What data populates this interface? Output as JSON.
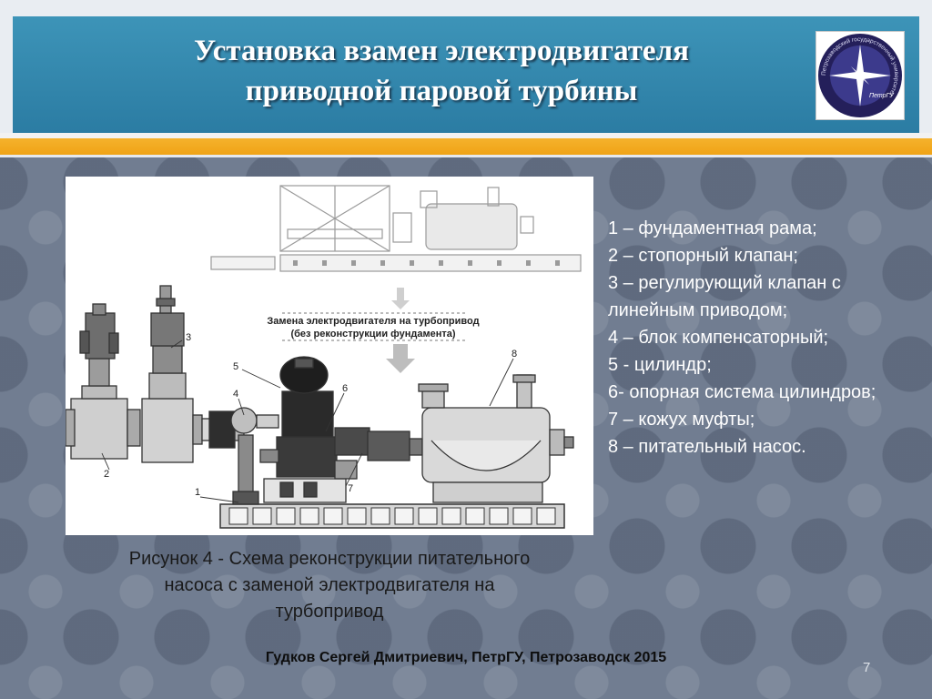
{
  "slide": {
    "title_line1": "Установка взамен электродвигателя",
    "title_line2": "приводной паровой турбины",
    "logo": {
      "icon": "star-emblem",
      "ring_text": "Петрозаводский государственный университет",
      "center_text": "ПетрГУ",
      "colors": {
        "background": "#2f2c74",
        "ring": "#241f5a",
        "star": "#ffffff"
      }
    }
  },
  "figure": {
    "banner_line1": "Замена электродвигателя на турбопривод",
    "banner_line2": "(без реконструкции фундамента)",
    "callouts": [
      "1",
      "2",
      "3",
      "4",
      "5",
      "6",
      "7",
      "8"
    ]
  },
  "caption": {
    "line1": "Рисунок 4 - Схема реконструкции питательного",
    "line2": "насоса с заменой электродвигателя на",
    "line3": "турбопривод"
  },
  "legend": [
    "1 – фундаментная рама;",
    "2 – стопорный клапан;",
    "3 – регулирующий клапан с линейным приводом;",
    "4 – блок компенсаторный;",
    "5 - цилиндр;",
    "6- опорная система цилиндров;",
    "7 – кожух муфты;",
    "8 – питательный насос."
  ],
  "footer": {
    "author": "Гудков Сергей Дмитриевич, ПетрГУ, Петрозаводск 2015",
    "slide_number": "7"
  },
  "colors": {
    "header_blue": "#2f86ae",
    "accent_orange": "#f0a316",
    "background_gray": "#717d91",
    "legend_text": "#ffffff"
  }
}
